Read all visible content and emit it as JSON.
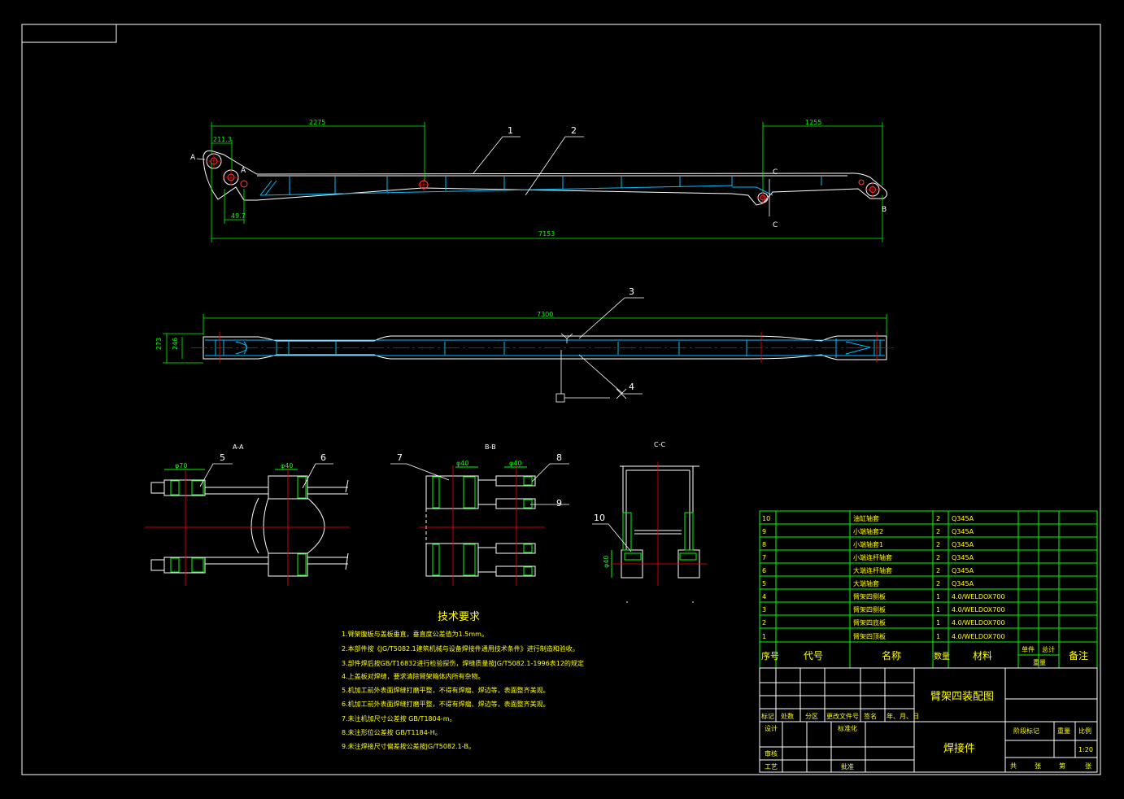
{
  "colors": {
    "bg": "#000000",
    "frame": "#ffffff",
    "part": "#ffffff",
    "inner": "#00bfff",
    "dim": "#00ff00",
    "center": "#ff0000",
    "leader": "#ffffff",
    "text_y": "#ffff00",
    "table": "#00ff00"
  },
  "top_view": {
    "dims": {
      "d2275": "2275",
      "d1255": "1255",
      "d211": "211.3",
      "d49": "49.7",
      "d7153": "7153"
    },
    "balloons": {
      "b1": "1",
      "b2": "2"
    },
    "letters": {
      "A1": "A",
      "A2": "A",
      "C1": "C",
      "C2": "C",
      "B": "B"
    }
  },
  "plan_view": {
    "dims": {
      "d7300": "7300",
      "d273": "273",
      "d246": "246"
    },
    "balloons": {
      "b3": "3",
      "b4": "4"
    }
  },
  "sections": {
    "AA": {
      "title": "A-A",
      "dim1": "φ70",
      "dim2": "φ40",
      "b5": "5",
      "b6": "6"
    },
    "BB": {
      "title": "B-B",
      "dim1": "φ40",
      "dim2": "φ40",
      "b7": "7",
      "b8": "8",
      "b9": "9"
    },
    "CC": {
      "title": "C-C",
      "dim1": "φ40",
      "b10": "10"
    }
  },
  "notes": {
    "title": "技术要求",
    "lines": [
      "1.臂架腹板与盖板垂直，垂直度公差值为1.5mm。",
      "2.本部件按《JG/T5082.1建筑机械与设备焊接件通用技术条件》进行制造和验收。",
      "3.部件焊后按GB/T16832进行检验探伤，焊缝质量按JG/T5082.1-1996表12的规定",
      "4.上盖板对焊缝，要求清除臂架箱体内所有杂物。",
      "5.机加工前外表面焊缝打磨平整，不得有焊瘤、焊边等，表面整齐美观。",
      "6.机加工前外表面焊缝打磨平整，不得有焊瘤、焊边等，表面整齐美观。",
      "7.未注机加尺寸公差按 GB/T1804-m。",
      "8.未注形位公差按 GB/T1184-H。",
      "9.未注焊接尺寸偏差按公差按JG/T5082.1-B。"
    ]
  },
  "bom": {
    "rows": [
      {
        "no": "10",
        "code": "",
        "name": "油缸轴套",
        "qty": "2",
        "mat": "Q345A"
      },
      {
        "no": "9",
        "code": "",
        "name": "小端轴套2",
        "qty": "2",
        "mat": "Q345A"
      },
      {
        "no": "8",
        "code": "",
        "name": "小端轴套1",
        "qty": "2",
        "mat": "Q345A"
      },
      {
        "no": "7",
        "code": "",
        "name": "小端连杆轴套",
        "qty": "2",
        "mat": "Q345A"
      },
      {
        "no": "6",
        "code": "",
        "name": "大端连杆轴套",
        "qty": "2",
        "mat": "Q345A"
      },
      {
        "no": "5",
        "code": "",
        "name": "大端轴套",
        "qty": "2",
        "mat": "Q345A"
      },
      {
        "no": "4",
        "code": "",
        "name": "臂架四侧板",
        "qty": "1",
        "mat": "4.0/WELDOX700"
      },
      {
        "no": "3",
        "code": "",
        "name": "臂架四侧板",
        "qty": "1",
        "mat": "4.0/WELDOX700"
      },
      {
        "no": "2",
        "code": "",
        "name": "臂架四底板",
        "qty": "1",
        "mat": "4.0/WELDOX700"
      },
      {
        "no": "1",
        "code": "",
        "name": "臂架四顶板",
        "qty": "1",
        "mat": "4.0/WELDOX700"
      }
    ],
    "header": {
      "no": "序号",
      "code": "代号",
      "name": "名称",
      "qty": "数量",
      "mat": "材料",
      "unit": "单件",
      "total": "总计",
      "weight": "重量",
      "remark": "备注"
    }
  },
  "title_block": {
    "drawing_name": "臂架四装配图",
    "part_type": "焊接件",
    "rev_labels": [
      "标记",
      "处数",
      "分区",
      "更改文件号",
      "签名",
      "年、月、日"
    ],
    "design": "设计",
    "standard": "标准化",
    "review": "审核",
    "process": "工艺",
    "approve": "批准",
    "stage": "阶段标记",
    "weight": "重量",
    "scale_label": "比例",
    "scale": "1:20",
    "sheets": [
      "共",
      "张",
      "第",
      "张"
    ]
  }
}
